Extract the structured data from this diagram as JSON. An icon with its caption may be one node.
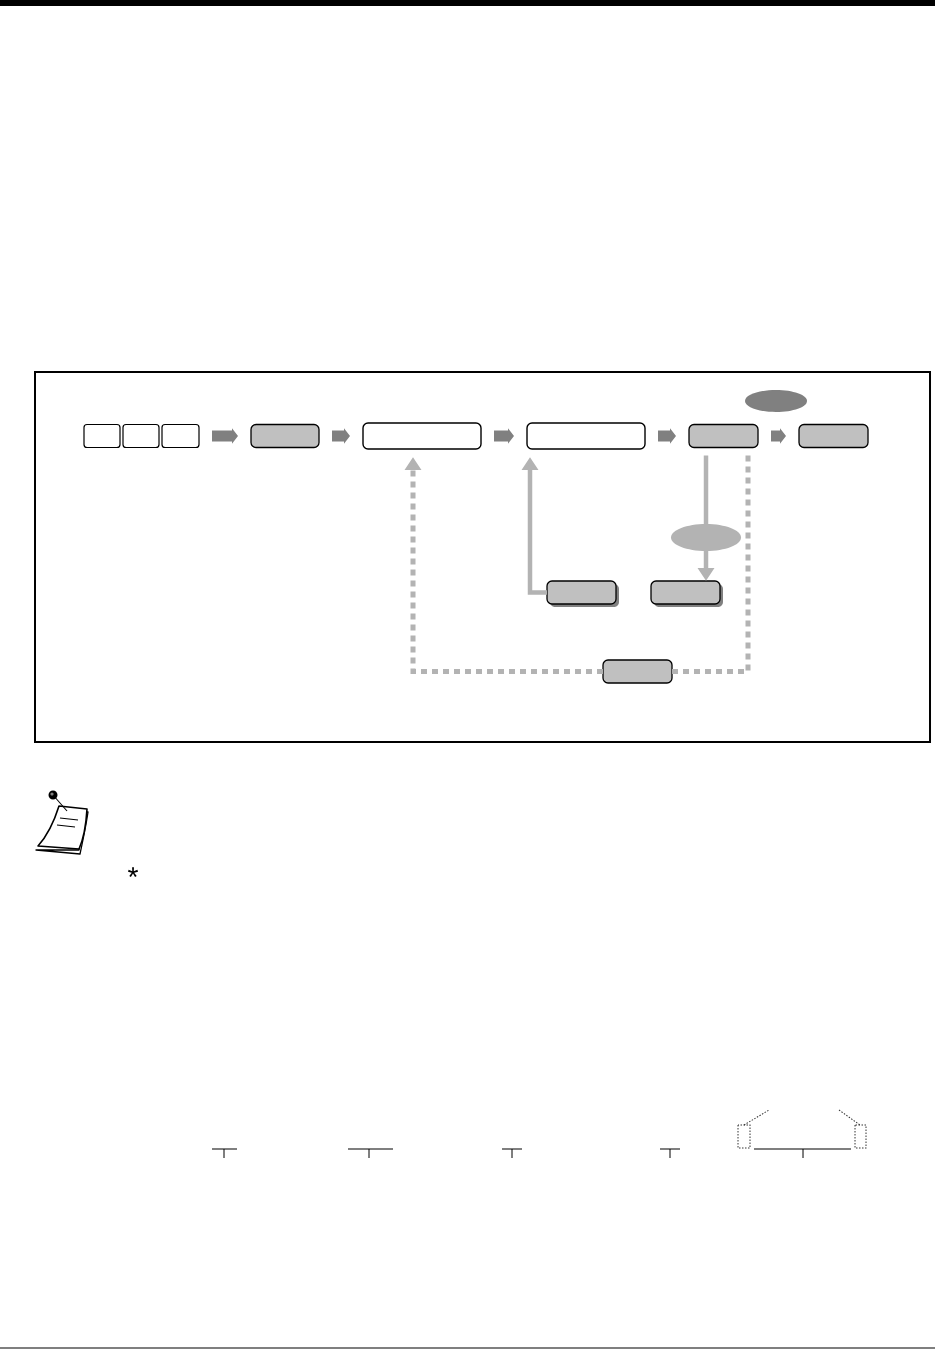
{
  "diagram": {
    "nodes": [
      {
        "text": [],
        "shape": "box"
      },
      {
        "text": [],
        "shape": "box"
      },
      {
        "text": [],
        "shape": "box"
      },
      {
        "text": [],
        "shape": "box"
      },
      {
        "text": [],
        "shape": "box"
      },
      {
        "text": [],
        "shape": "box"
      },
      {
        "text": [],
        "shape": "box"
      },
      {
        "text": [],
        "shape": "box"
      },
      {
        "text": [],
        "shape": "ellipse"
      },
      {
        "text": [],
        "shape": "ellipse"
      },
      {
        "text": [],
        "shape": "box"
      },
      {
        "text": [],
        "shape": "box"
      },
      {
        "text": [],
        "shape": "box"
      }
    ],
    "edges": [
      {
        "from": 2,
        "to": 3,
        "arrow": "to",
        "style": "thick"
      },
      {
        "from": 3,
        "to": 4,
        "arrow": "to",
        "style": "thick"
      },
      {
        "from": 4,
        "to": 5,
        "arrow": "to",
        "style": "thick"
      },
      {
        "from": 5,
        "to": 6,
        "arrow": "to",
        "style": "thick"
      },
      {
        "from": 6,
        "to": 7,
        "arrow": "to",
        "style": "thick"
      },
      {
        "from": 10,
        "to": 5,
        "arrow": "to",
        "color": "#b3b3b3"
      },
      {
        "from": 6,
        "to": 9,
        "arrow": "none",
        "color": "#b3b3b3"
      },
      {
        "from": 9,
        "to": 11,
        "arrow": "to",
        "color": "#b3b3b3"
      },
      {
        "from": 6,
        "to": 12,
        "arrow": "none",
        "style": "dashed",
        "color": "#b3b3b3"
      },
      {
        "from": 12,
        "to": 4,
        "arrow": "to",
        "style": "dashed",
        "color": "#b3b3b3"
      }
    ],
    "labels": [
      "*"
    ]
  }
}
